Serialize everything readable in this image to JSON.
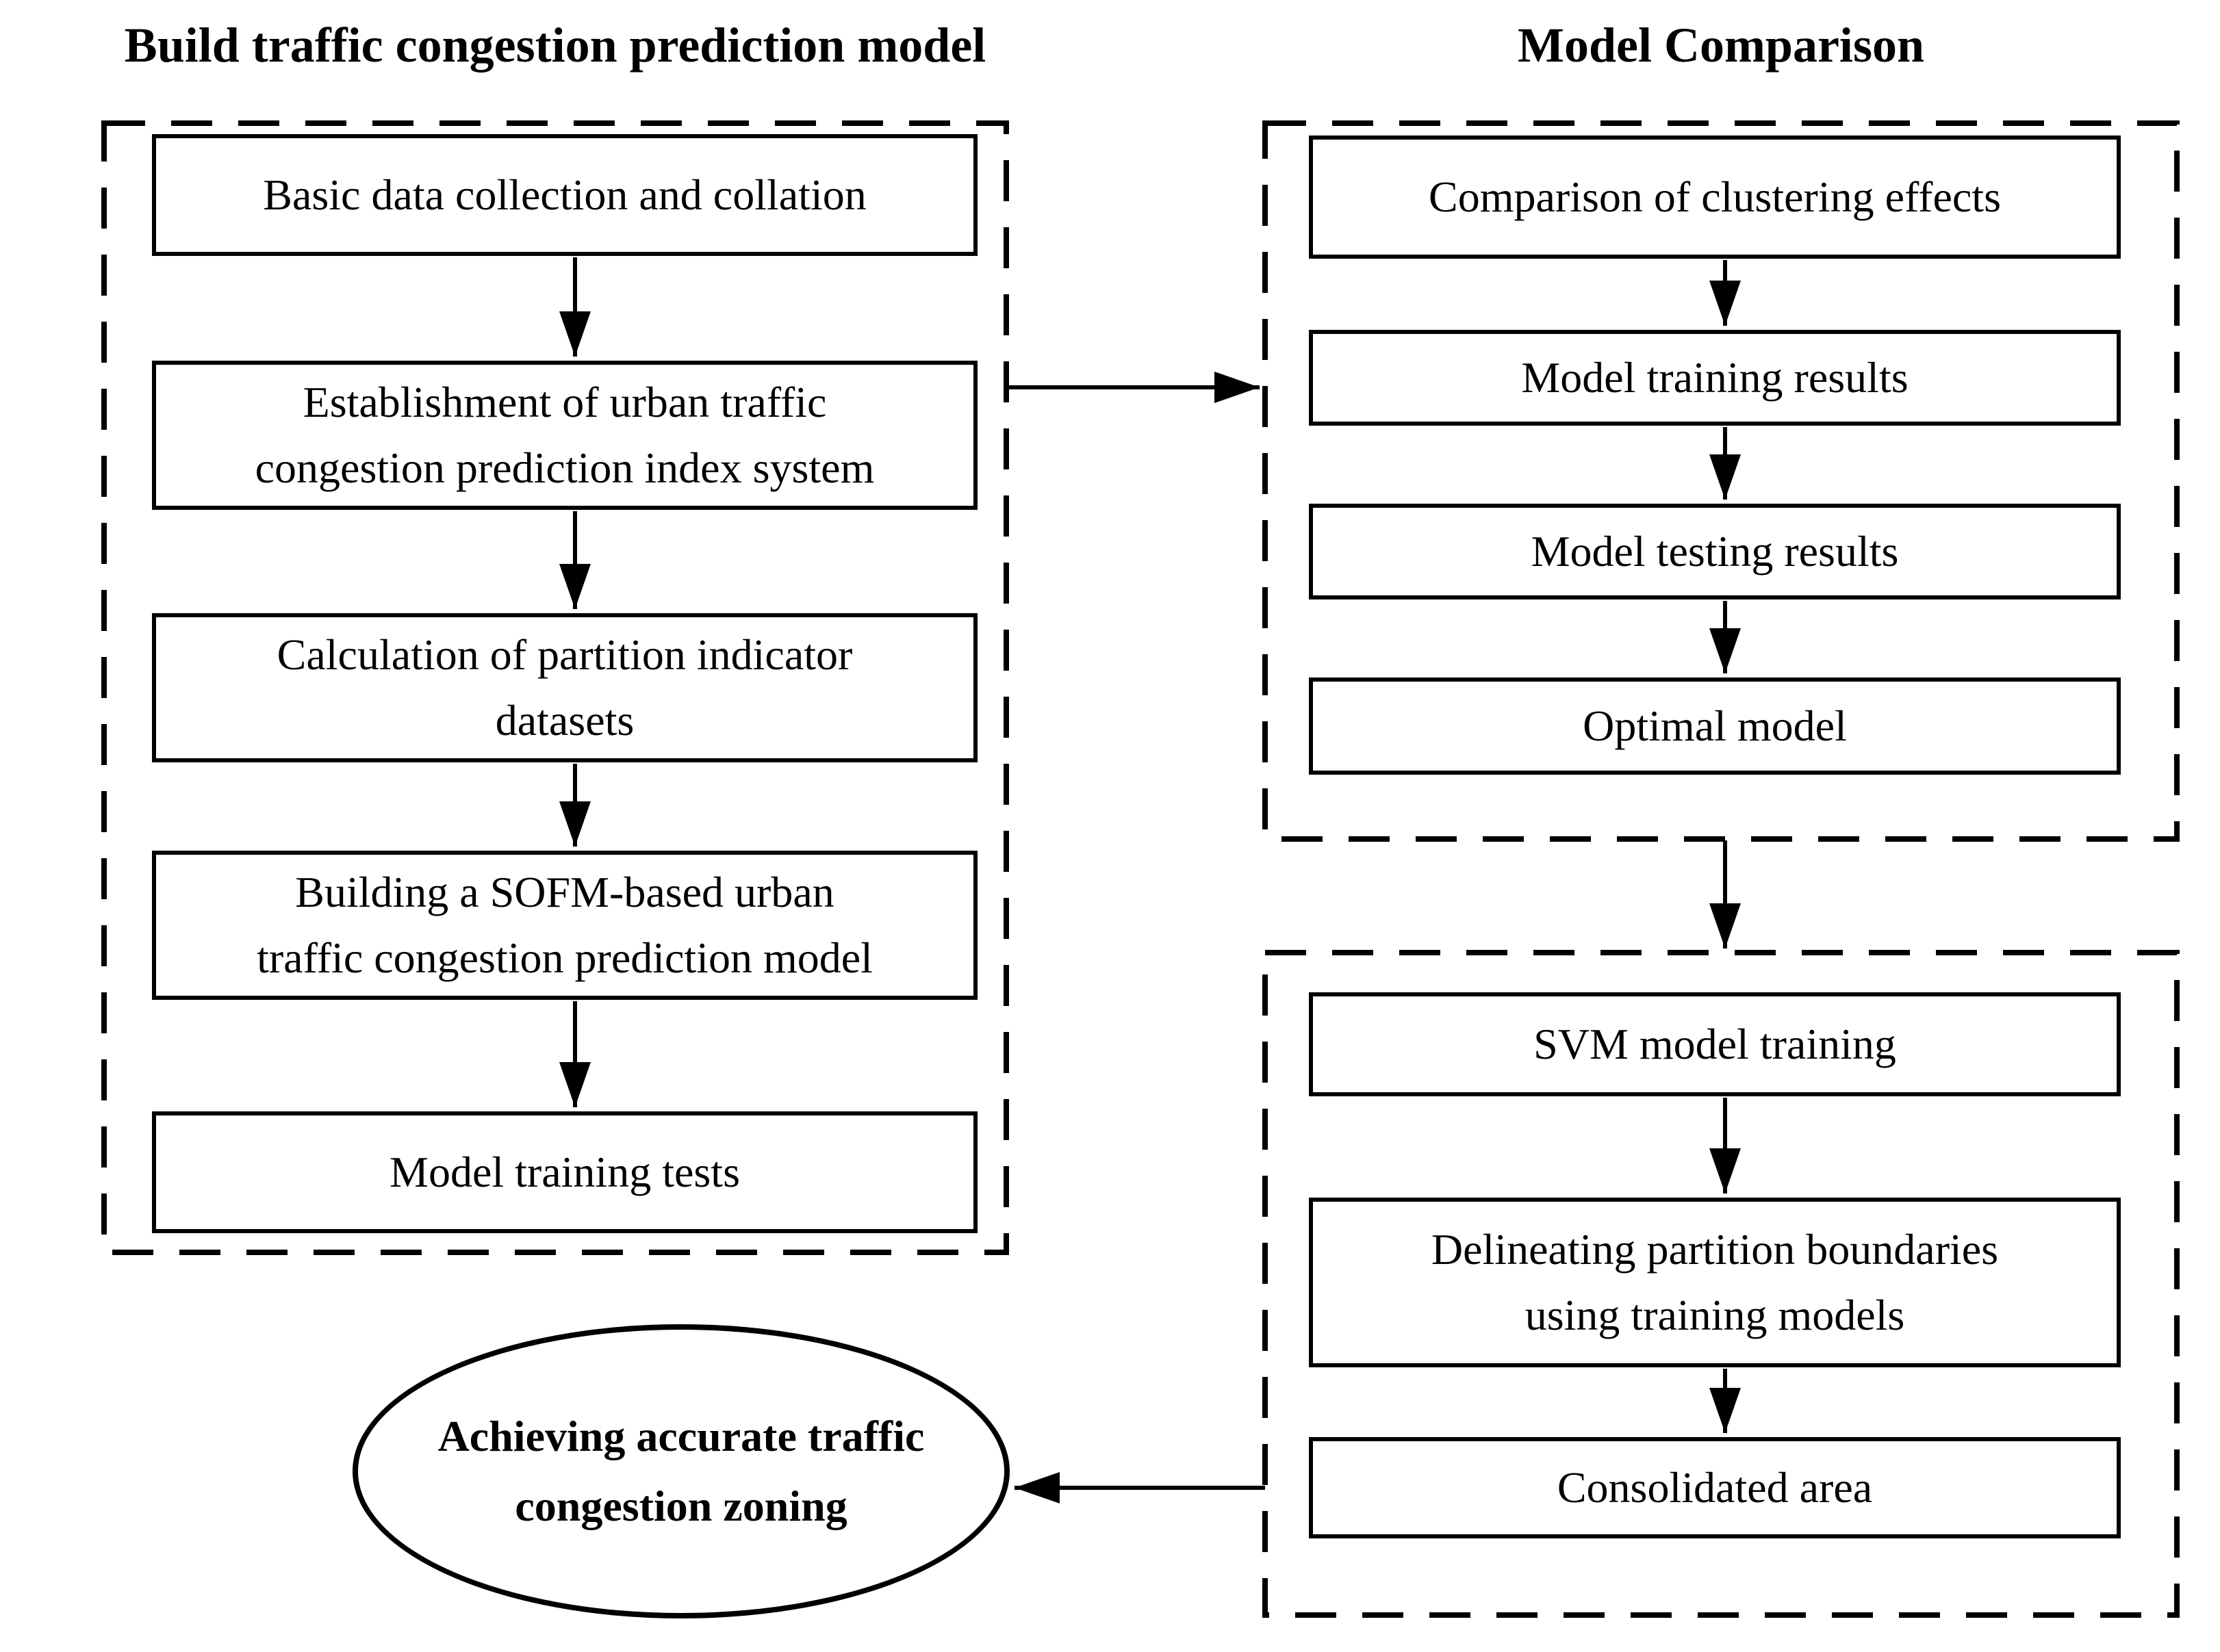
{
  "build_section": {
    "title": "Build traffic congestion prediction model",
    "boxes": [
      {
        "id": "basic_data",
        "label": "Basic data collection and collation"
      },
      {
        "id": "index_system",
        "label": "Establishment of urban traffic\ncongestion prediction index system"
      },
      {
        "id": "partition_datasets",
        "label": "Calculation of partition indicator\ndatasets"
      },
      {
        "id": "sofm_model",
        "label": "Building a SOFM-based urban\ntraffic congestion prediction model"
      },
      {
        "id": "training_tests",
        "label": "Model training tests"
      }
    ]
  },
  "comparison_section": {
    "title": "Model Comparison",
    "boxes": [
      {
        "id": "clustering_effects",
        "label": "Comparison of clustering effects"
      },
      {
        "id": "training_results",
        "label": "Model training results"
      },
      {
        "id": "testing_results",
        "label": "Model testing results"
      },
      {
        "id": "optimal_model",
        "label": "Optimal model"
      }
    ]
  },
  "svm_section": {
    "boxes": [
      {
        "id": "svm_training",
        "label": "SVM model training"
      },
      {
        "id": "delineating_boundaries",
        "label": "Delineating partition boundaries\nusing training models"
      },
      {
        "id": "consolidated_area",
        "label": "Consolidated area"
      }
    ]
  },
  "result_ellipse": {
    "id": "accurate_zoning",
    "label": "Achieving accurate traffic\ncongestion zoning"
  },
  "connections": [
    {
      "from": "basic_data",
      "to": "index_system"
    },
    {
      "from": "index_system",
      "to": "partition_datasets"
    },
    {
      "from": "partition_datasets",
      "to": "sofm_model"
    },
    {
      "from": "sofm_model",
      "to": "training_tests"
    },
    {
      "from": "build_section",
      "to": "comparison_section"
    },
    {
      "from": "clustering_effects",
      "to": "training_results"
    },
    {
      "from": "training_results",
      "to": "testing_results"
    },
    {
      "from": "testing_results",
      "to": "optimal_model"
    },
    {
      "from": "comparison_section",
      "to": "svm_section"
    },
    {
      "from": "svm_training",
      "to": "delineating_boundaries"
    },
    {
      "from": "delineating_boundaries",
      "to": "consolidated_area"
    },
    {
      "from": "svm_section",
      "to": "accurate_zoning"
    }
  ],
  "colors": {
    "line": "#000000",
    "text": "#000000",
    "background": "#ffffff"
  }
}
